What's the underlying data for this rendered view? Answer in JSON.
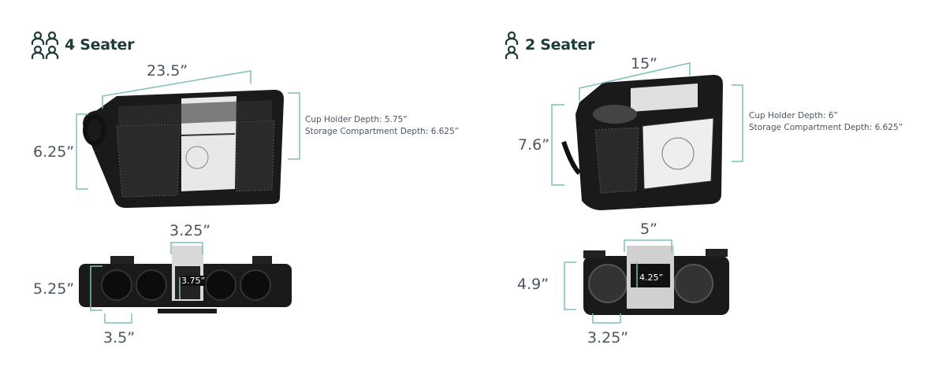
{
  "four_seater": {
    "title": "4 Seater",
    "icon": "people-group-icon",
    "width": "23.5”",
    "height": "6.25”",
    "cup_holder_depth": "Cup Holder Depth: 5.75”",
    "storage_depth": "Storage Compartment Depth: 6.625”",
    "top_compartment_width": "3.25”",
    "top_depth": "5.25”",
    "compartment_depth": "3.75”",
    "cup_diameter": "3.5”"
  },
  "two_seater": {
    "title": "2 Seater",
    "icon": "people-pair-icon",
    "width": "15”",
    "height": "7.6”",
    "cup_holder_depth": "Cup Holder Depth: 6”",
    "storage_depth": "Storage Compartment Depth: 6.625”",
    "top_compartment_width": "5”",
    "top_depth": "4.9”",
    "compartment_depth": "4.25”",
    "cup_diameter": "3.25”"
  },
  "colors": {
    "title": "#1e3d3a",
    "dimension_line": "#7fbfb8",
    "dimension_text": "#4a5560"
  }
}
